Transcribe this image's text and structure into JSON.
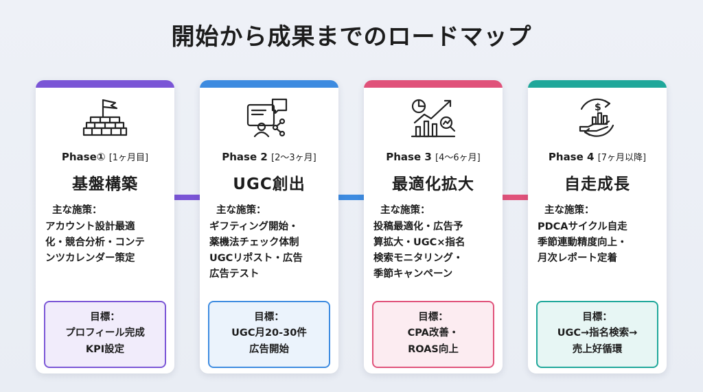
{
  "title": "開始から成果までのロードマップ",
  "measures_heading": "主な施策：",
  "goal_heading": "目標：",
  "phases": [
    {
      "label": "Phase①",
      "duration": "[1ヶ月目]",
      "name": "基盤構築",
      "icon": "brick-wall-flag-icon",
      "accent": "#7a55d6",
      "measures": "アカウント設計最適\n化・競合分析・コンテ\nンツカレンダー策定",
      "goal": "プロフィール完成\nKPI設定",
      "goal_bg": "#f1ecfb",
      "goal_border": "#7a55d6"
    },
    {
      "label": "Phase 2",
      "duration": "[2〜3ヶ月]",
      "name": "UGC創出",
      "icon": "social-share-user-icon",
      "accent": "#3d8be0",
      "measures": "ギフティング開始・\n薬機法チェック体制\nUGCリポスト・広告\n広告テスト",
      "goal": "UGC月20-30件\n広告開始",
      "goal_bg": "#ebf3fc",
      "goal_border": "#3d8be0"
    },
    {
      "label": "Phase 3",
      "duration": "[4〜6ヶ月]",
      "name": "最適化拡大",
      "icon": "growth-chart-magnifier-icon",
      "accent": "#e0527a",
      "measures": "投稿最適化・広告予\n算拡大・UGC×指名\n検索モニタリング・\n季節キャンペーン",
      "goal": "CPA改善・\nROAS向上",
      "goal_bg": "#fcecf1",
      "goal_border": "#e0527a"
    },
    {
      "label": "Phase 4",
      "duration": "[7ヶ月以降]",
      "name": "自走成長",
      "icon": "revenue-cycle-icon",
      "accent": "#1fa79a",
      "measures": "PDCAサイクル自走\n季節連動精度向上・\n月次レポート定着",
      "goal": "UGC→指名検索→\n売上好循環",
      "goal_bg": "#e7f6f4",
      "goal_border": "#1fa79a"
    }
  ]
}
